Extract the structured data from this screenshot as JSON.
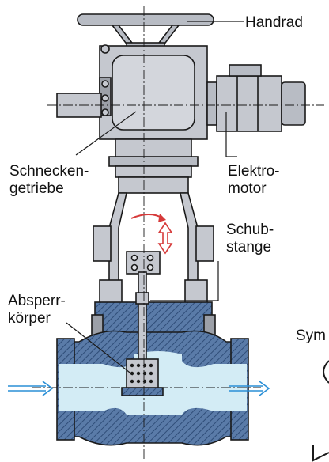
{
  "labels": {
    "handwheel": "Handrad",
    "worm_gear_line1": "Schnecken-",
    "worm_gear_line2": "getriebe",
    "motor_line1": "Elektro-",
    "motor_line2": "motor",
    "push_rod_line1": "Schub-",
    "push_rod_line2": "stange",
    "closure_line1": "Absperr-",
    "closure_line2": "körper",
    "symbol_fragment": "Sym"
  },
  "colors": {
    "housing": "#c5c8cf",
    "housing_dark": "#9ca0a8",
    "valve_body": "#5a7ba8",
    "valve_hatch": "#3e5e8a",
    "flow_channel": "#d3ecf5",
    "flow_arrow": "#2a8fd6",
    "motion_arrow": "#d63a3a",
    "outline": "#1a1a1a"
  },
  "icons": {
    "rotation_arrow": "rotation-arrow-icon",
    "stroke_arrow": "double-vertical-arrow-icon",
    "flow_in": "flow-in-arrow-icon",
    "flow_out": "flow-out-arrow-icon"
  }
}
